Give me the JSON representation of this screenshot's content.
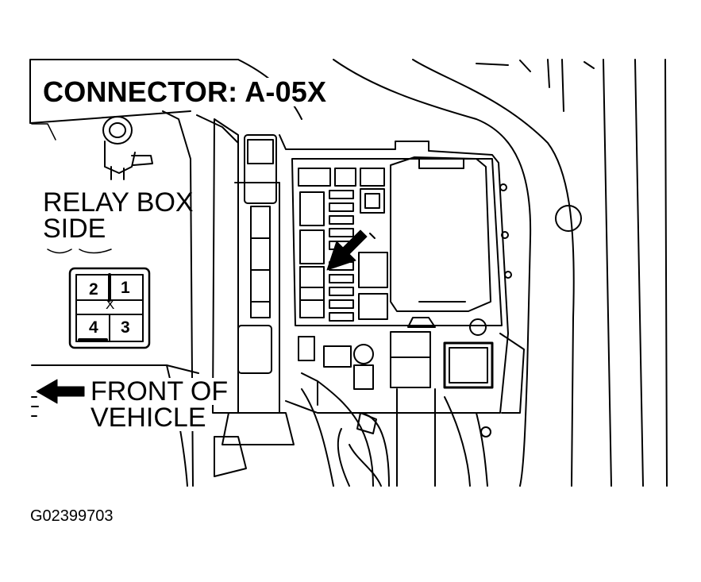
{
  "title": "CONNECTOR: A-05X",
  "relay_label": {
    "line1": "RELAY BOX",
    "line2": "SIDE"
  },
  "front_label": {
    "line1": "FRONT OF",
    "line2": "VEHICLE"
  },
  "figure_id": "G02399703",
  "connector": {
    "pins": {
      "p1": "1",
      "p2": "2",
      "p3": "3",
      "p4": "4"
    },
    "center_mark": "X"
  },
  "icons": [
    "front-arrow-icon",
    "pointer-arrow-icon",
    "connector-face-icon"
  ],
  "colors": {
    "line": "#000000",
    "background": "#ffffff"
  }
}
